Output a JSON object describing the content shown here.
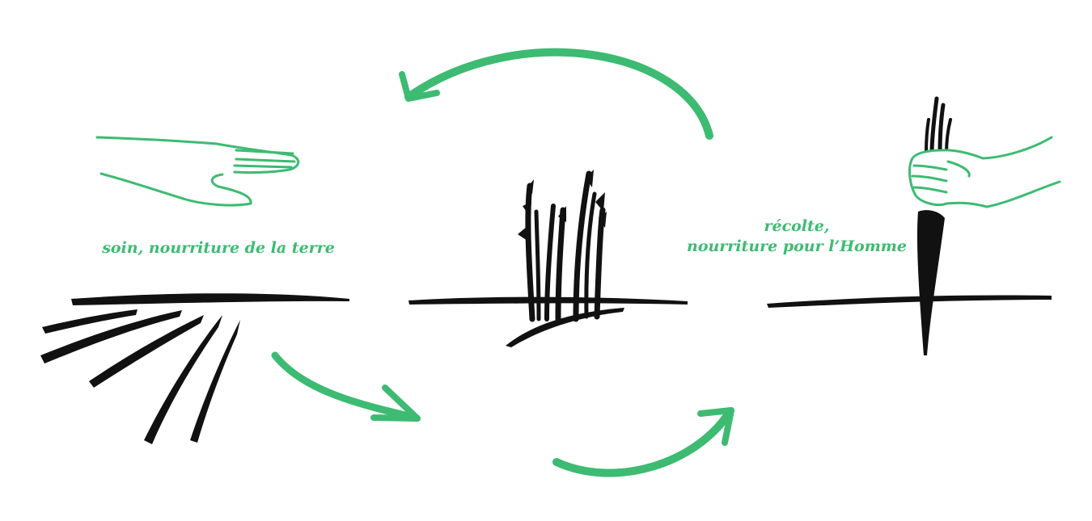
{
  "captions": {
    "left": "soin, nourriture de la terre",
    "right_line1": "récolte,",
    "right_line2": "nourriture pour l’Homme"
  },
  "colors": {
    "accent": "#3dbb72",
    "ink": "#111111",
    "background": "#ffffff"
  },
  "icons": {
    "left": "hand-over-field-icon",
    "center": "sprouting-plants-icon",
    "right": "hand-holding-root-vegetable-icon",
    "cycle": "cycle-arrows"
  }
}
